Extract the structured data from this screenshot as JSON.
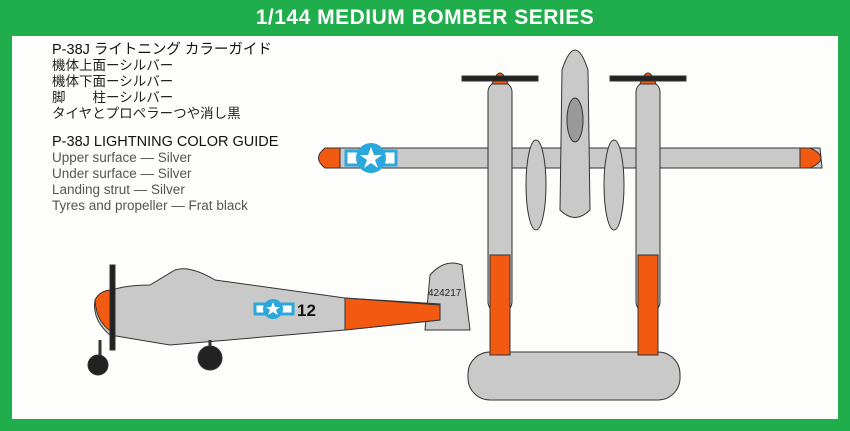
{
  "header": {
    "title": "1/144 MEDIUM BOMBER SERIES"
  },
  "guide_ja": {
    "title": "P-38J ライトニング カラーガイド",
    "lines": [
      "機体上面ーシルバー",
      "機体下面ーシルバー",
      "脚　　柱ーシルバー",
      "タイヤとプロペラーつや消し黒"
    ]
  },
  "guide_en": {
    "title": "P-38J  LIGHTNING COLOR GUIDE",
    "lines": [
      "Upper surface — Silver",
      "Under surface — Silver",
      "Landing strut — Silver",
      "Tyres and propeller — Frat black"
    ]
  },
  "aircraft": {
    "serial": "424217",
    "code": "12"
  },
  "colors": {
    "border": "#1fae4b",
    "silver": "#c9c9c9",
    "orange": "#f25a12",
    "insignia": "#2aa8dc"
  }
}
